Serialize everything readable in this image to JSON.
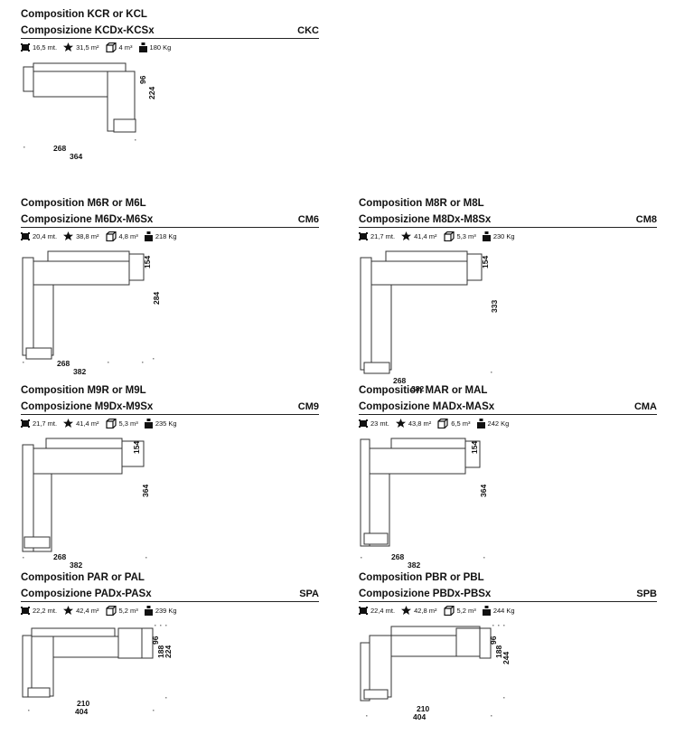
{
  "compositions": [
    {
      "id": "ckc",
      "title": "Composition KCR or KCL",
      "subtitle": "Composizione KCDx-KCSx",
      "code": "CKC",
      "stats": {
        "length": "16,5 mt.",
        "area": "31,5 m²",
        "volume": "4 m³",
        "weight": "180 Kg"
      },
      "dims": {
        "d1": "96",
        "d2": "224",
        "d3": "268",
        "d4": "364"
      },
      "diagram": "ckc"
    },
    {
      "id": "cm6",
      "title": "Composition M6R or M6L",
      "subtitle": "Composizione M6Dx-M6Sx",
      "code": "CM6",
      "stats": {
        "length": "20,4 mt.",
        "area": "38,8 m²",
        "volume": "4,8 m³",
        "weight": "218 Kg"
      },
      "dims": {
        "d1": "154",
        "d2": "284",
        "d3": "268",
        "d4": "382"
      },
      "diagram": "cm6"
    },
    {
      "id": "cm8",
      "title": "Composition M8R or M8L",
      "subtitle": "Composizione M8Dx-M8Sx",
      "code": "CM8",
      "stats": {
        "length": "21,7 mt.",
        "area": "41,4 m²",
        "volume": "5,3 m³",
        "weight": "230 Kg"
      },
      "dims": {
        "d1": "154",
        "d2": "333",
        "d3": "268",
        "d4": "382"
      },
      "diagram": "cm8"
    },
    {
      "id": "cm9",
      "title": "Composition M9R or M9L",
      "subtitle": "Composizione M9Dx-M9Sx",
      "code": "CM9",
      "stats": {
        "length": "21,7 mt.",
        "area": "41,4 m²",
        "volume": "5,3 m³",
        "weight": "235 Kg"
      },
      "dims": {
        "d1": "154",
        "d2": "364",
        "d3": "268",
        "d4": "382"
      },
      "diagram": "cm9"
    },
    {
      "id": "cma",
      "title": "Composition MAR or MAL",
      "subtitle": "Composizione MADx-MASx",
      "code": "CMA",
      "stats": {
        "length": "23 mt.",
        "area": "43,8 m²",
        "volume": "6,5 m³",
        "weight": "242 Kg"
      },
      "dims": {
        "d1": "154",
        "d2": "364",
        "d3": "268",
        "d4": "382"
      },
      "diagram": "cma"
    },
    {
      "id": "spa",
      "title": "Composition PAR or PAL",
      "subtitle": "Composizione PADx-PASx",
      "code": "SPA",
      "stats": {
        "length": "22,2 mt.",
        "area": "42,4 m²",
        "volume": "5,2 m³",
        "weight": "239 Kg"
      },
      "dims": {
        "d1": "96",
        "d2": "188",
        "d2b": "224",
        "d3": "210",
        "d4": "404"
      },
      "diagram": "spa"
    },
    {
      "id": "spb",
      "title": "Composition PBR or PBL",
      "subtitle": "Composizione PBDx-PBSx",
      "code": "SPB",
      "stats": {
        "length": "22,4 mt.",
        "area": "42,8 m²",
        "volume": "5,2 m³",
        "weight": "244 Kg"
      },
      "dims": {
        "d1": "96",
        "d2": "188",
        "d2b": "244",
        "d3": "210",
        "d4": "404"
      },
      "diagram": "spb"
    }
  ],
  "icons": {
    "length": "length-icon",
    "area": "star-icon",
    "volume": "cube-icon",
    "weight": "weight-icon"
  }
}
